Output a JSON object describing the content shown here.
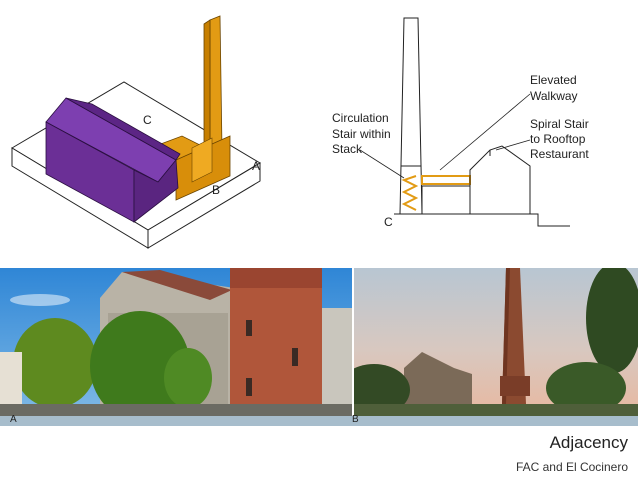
{
  "axon": {
    "label_c": "C",
    "label_b": "B",
    "label_a": "A",
    "colors": {
      "warehouse": "#6b2f96",
      "stack": "#e29b14",
      "base": "#ffffff",
      "line": "#222222"
    }
  },
  "section": {
    "circulation_label": [
      "Circulation",
      "Stair within",
      "Stack"
    ],
    "walkway_label": [
      "Elevated",
      "Walkway"
    ],
    "spiral_label": [
      "Spiral Stair",
      "to Rooftop",
      "Restaurant"
    ],
    "label_c": "C"
  },
  "photos": {
    "photo_a_tag": "A",
    "photo_b_tag": "B"
  },
  "caption": {
    "title": "Adjacency",
    "subtitle": "FAC and El Cocinero"
  }
}
